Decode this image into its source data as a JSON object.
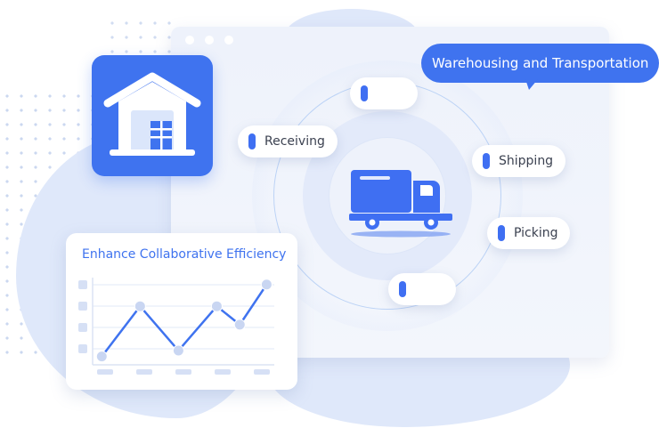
{
  "tooltip": {
    "text": "Warehousing and Transportation"
  },
  "chips": [
    {
      "label": ""
    },
    {
      "label": "Receiving"
    },
    {
      "label": "Shipping"
    },
    {
      "label": "Picking"
    },
    {
      "label": ""
    }
  ],
  "card": {
    "title": "Enhance Collaborative Efficiency"
  },
  "icons": {
    "app_tile": "warehouse-icon",
    "center": "truck-icon"
  },
  "colors": {
    "accent": "#3f73ef",
    "light_blue": "#dfe8fa",
    "window_bg": "#eef2fb"
  },
  "chart_data": {
    "type": "line",
    "title": "",
    "xlabel": "",
    "ylabel": "",
    "categories": [
      "",
      "",
      "",
      "",
      ""
    ],
    "x": [
      0,
      1,
      2,
      3,
      4,
      5,
      6,
      7
    ],
    "values": [
      1,
      4,
      1.35,
      4,
      2.9,
      5.3
    ],
    "point_x": [
      0,
      1,
      2,
      3,
      3.6,
      4.3
    ],
    "ylim": [
      0.5,
      5.5
    ],
    "xlim": [
      -0.1,
      4.5
    ],
    "grid": true
  }
}
